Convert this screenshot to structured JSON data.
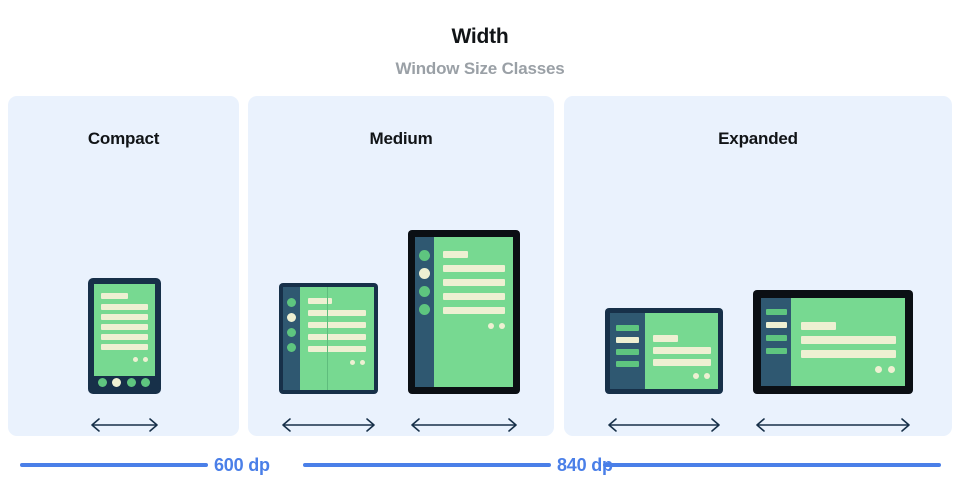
{
  "header": {
    "title": "Width",
    "subtitle": "Window Size Classes"
  },
  "panels": [
    {
      "id": "compact",
      "title": "Compact",
      "devices": [
        "phone"
      ]
    },
    {
      "id": "medium",
      "title": "Medium",
      "devices": [
        "foldable",
        "portrait-tablet"
      ]
    },
    {
      "id": "expanded",
      "title": "Expanded",
      "devices": [
        "small-tablet",
        "large-tablet"
      ]
    }
  ],
  "breakpoints": [
    {
      "label": "600 dp",
      "boundary_between": [
        "compact",
        "medium"
      ]
    },
    {
      "label": "840 dp",
      "boundary_between": [
        "medium",
        "expanded"
      ]
    }
  ],
  "colors": {
    "panel_background": "#eaf2fd",
    "page_background": "#ffffff",
    "title_text": "#111417",
    "subtitle_text": "#9aa0a6",
    "accent_blue": "#4a7fe8",
    "device_frame_navy": "#173049",
    "device_frame_black": "#0b0f14",
    "device_rail_slate": "#2f5871",
    "device_screen_green": "#77d991",
    "device_content_cream": "#eef0d2",
    "device_appbar": "#5e86a4"
  },
  "icons": {
    "width_arrow": "double-headed-horizontal-arrow"
  },
  "device_details": {
    "phone": {
      "nav_items": 4,
      "nav_active_index": 1,
      "content_bars": 6,
      "action_dots": 2
    },
    "foldable": {
      "rail_items": 4,
      "rail_active_index": 1,
      "content_bars": 5,
      "action_dots": 2,
      "fold_seam": true
    },
    "portrait-tablet": {
      "rail_items": 4,
      "rail_active_index": 1,
      "content_bars": 5,
      "action_dots": 2
    },
    "small-tablet": {
      "rail_items": 4,
      "rail_active_index": 1,
      "content_bars": 3,
      "action_dots": 2,
      "app_bar": true
    },
    "large-tablet": {
      "rail_items": 4,
      "rail_active_index": 1,
      "content_bars": 3,
      "action_dots": 2,
      "app_bar": true
    }
  }
}
